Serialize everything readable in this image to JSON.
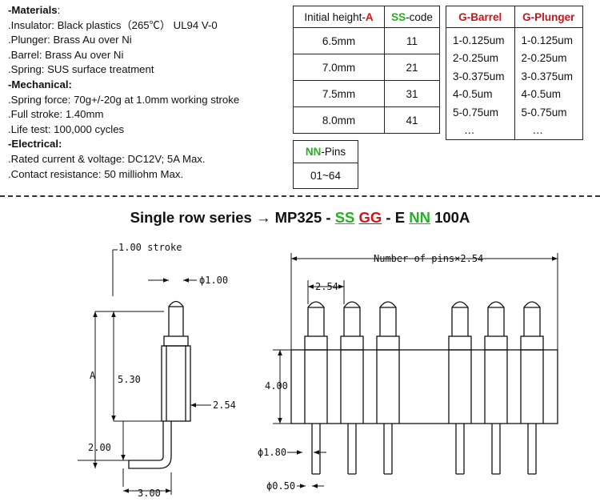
{
  "specs": {
    "materials_heading": "-Materials",
    "materials_colon": ":",
    "insulator": ".Insulator: Black plastics（265℃）  UL94 V-0",
    "plunger": ".Plunger: Brass Au over Ni",
    "barrel": ".Barrel: Brass Au over Ni",
    "spring": ".Spring: SUS surface treatment",
    "mechanical_heading": "-Mechanical:",
    "spring_force": ".Spring force: 70g+/-20g at 1.0mm working stroke",
    "full_stroke": ".Full stroke: 1.40mm",
    "life_test": ".Life test: 100,000 cycles",
    "electrical_heading": "-Electrical:",
    "rated": ".Rated current & voltage: DC12V; 5A Max.",
    "contact": ".Contact resistance: 50 milliohm Max."
  },
  "height_table": {
    "h1_text": "Initial height-",
    "h1_code": "A",
    "h2_code": "SS",
    "h2_text": "-code",
    "rows": [
      {
        "height": "6.5mm",
        "code": "11"
      },
      {
        "height": "7.0mm",
        "code": "21"
      },
      {
        "height": "7.5mm",
        "code": "31"
      },
      {
        "height": "8.0mm",
        "code": "41"
      }
    ]
  },
  "plating_table": {
    "h_barrel": "G-Barrel",
    "h_plunger": "G-Plunger",
    "barrel": [
      "1-0.125um",
      "2-0.25um",
      "3-0.375um",
      "4-0.5um",
      "5-0.75um",
      "…"
    ],
    "plunger": [
      "1-0.125um",
      "2-0.25um",
      "3-0.375um",
      "4-0.5um",
      "5-0.75um",
      "…"
    ]
  },
  "pins_table": {
    "h_code": "NN",
    "h_text": "-Pins",
    "value": "01~64"
  },
  "title": {
    "prefix": "Single row series → MP325 - ",
    "ss": "SS",
    "gg": "GG",
    "mid": " - E ",
    "nn": "NN",
    "suffix": " 100A"
  },
  "dims": {
    "stroke": "1.00 stroke",
    "dia_top": "ϕ1.00",
    "a": "A",
    "h530": "5.30",
    "w254_side": "2.54",
    "h200": "2.00",
    "w300": "3.00",
    "pins_pitch_total": "Number of pins×2.54",
    "pitch": "2.54",
    "h400": "4.00",
    "dia180": "ϕ1.80",
    "dia050": "ϕ0.50"
  }
}
